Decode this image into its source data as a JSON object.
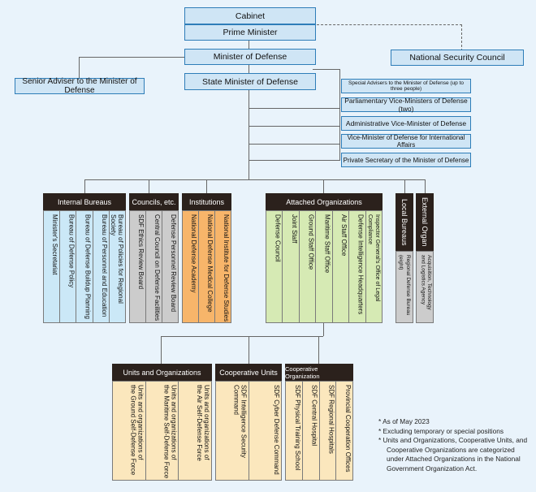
{
  "top": {
    "cabinet": "Cabinet",
    "prime_minister": "Prime Minister",
    "minister_of_defense": "Minister of Defense",
    "national_security_council": "National Security Council",
    "senior_adviser": "Senior Adviser to the Minister of Defense",
    "state_minister": "State Minister of Defense"
  },
  "right_boxes": [
    "Special Advisers to the Minister of Defense (up to three people)",
    "Parliamentary Vice-Ministers of Defense (two)",
    "Administrative Vice-Minister of Defense",
    "Vice-Minister of Defense for International Affairs",
    "Private Secretary of the Minister of Defense"
  ],
  "groups": {
    "internal_bureaus": {
      "title": "Internal Bureaus",
      "items": [
        "Minister's Secretariat",
        "Bureau of Defense Policy",
        "Bureau of Defense Buildup Planning",
        "Bureau of Personnel and Education",
        "Bureau of Policies for Regional Society"
      ]
    },
    "councils": {
      "title": "Councils, etc.",
      "items": [
        "SDF Ethics Review Board",
        "Central Council on Defense Facilities",
        "Defense Personnel Review Board"
      ]
    },
    "institutions": {
      "title": "Institutions",
      "items": [
        "National Defense Academy",
        "National Defense Medical College",
        "National Institute for Defense Studies"
      ]
    },
    "attached_organizations": {
      "title": "Attached Organizations",
      "items": [
        "Defense Council",
        "Joint Staff",
        "Ground Staff Office",
        "Maritime Staff Office",
        "Air Staff Office",
        "Defense Intelligence Headquarters",
        "Inspector General's Office of Legal Compliance"
      ]
    },
    "local_bureaus": {
      "title": "Local Bureaus",
      "items": [
        "Regional Defense Bureau (eight)"
      ]
    },
    "external_organ": {
      "title": "External Organ",
      "items": [
        "Acquisition, Technology\nand Logistics Agency"
      ]
    },
    "units_and_organizations": {
      "title": "Units and Organizations",
      "items": [
        "Units and organizations of\nthe Ground Self-Defense Force",
        "Units and organizations of\nthe Maritime Self-Defense Force",
        "Units and organizations of\nthe Air Self-Defense Force"
      ]
    },
    "cooperative_units": {
      "title": "Cooperative Units",
      "items": [
        "SDF Intelligence Security Command",
        "SDF Cyber Defense Command"
      ]
    },
    "cooperative_organization": {
      "title": "Cooperative Organization",
      "items": [
        "SDF Physical Training School",
        "SDF Central Hospital",
        "SDF Regional Hospitals",
        "Provincial Cooperation Offices"
      ]
    }
  },
  "notes": [
    "* As of May 2023",
    "* Excluding temporary or special positions",
    "* Units and Organizations, Cooperative Units, and Cooperative Organizations are categorized under Attached Organizations in the National Government Organization Act."
  ],
  "colors": {
    "top_box": "#cfe5f5",
    "bureaus": "#cbe8f7",
    "councils": "#cccccc",
    "institutions": "#f7b56a",
    "attached": "#d6eab4",
    "units": "#fbe7bd",
    "header": "#2b211c"
  }
}
